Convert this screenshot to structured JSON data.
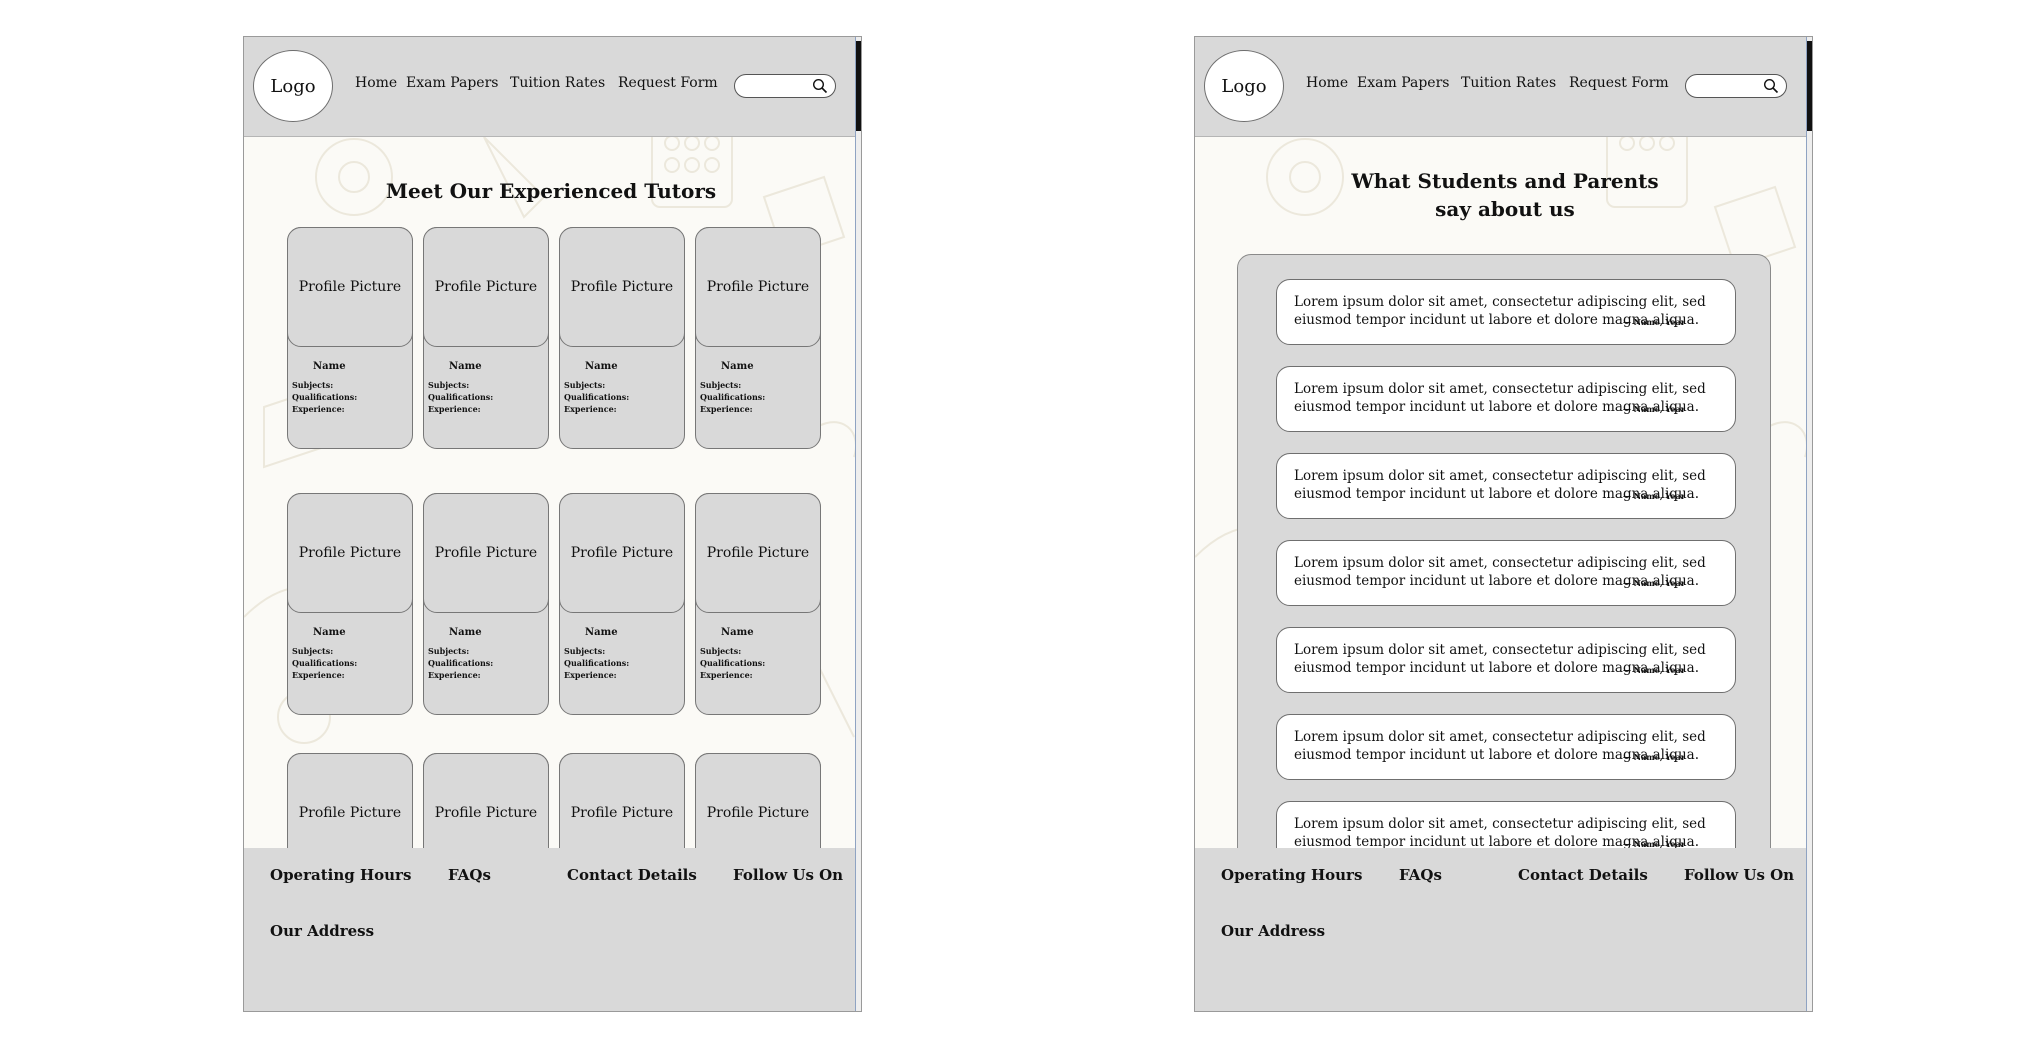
{
  "header": {
    "logo": "Logo",
    "nav": [
      "Home",
      "Exam Papers",
      "Tuition Rates",
      "Request Form"
    ]
  },
  "tutors_page": {
    "title": "Meet Our Experienced Tutors",
    "card": {
      "picture_label": "Profile Picture",
      "name_label": "Name",
      "subjects_label": "Subjects:",
      "qualifications_label": "Qualifications:",
      "experience_label": "Experience:"
    }
  },
  "testimonials_page": {
    "title_line1": "What Students and Parents",
    "title_line2": "say about us",
    "quote": "Lorem ipsum dolor sit amet, consectetur adipiscing elit, sed eiusmod tempor incidunt ut labore et dolore magna aliqua.",
    "author": "— Name, Year"
  },
  "footer": {
    "operating_hours": "Operating Hours",
    "faqs": "FAQs",
    "contact_details": "Contact Details",
    "follow_us": "Follow Us On",
    "address": "Our Address"
  }
}
